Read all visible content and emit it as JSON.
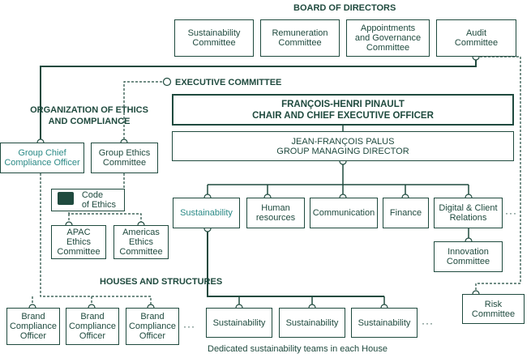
{
  "headings": {
    "board": "BOARD OF DIRECTORS",
    "executive": "EXECUTIVE COMMITTEE",
    "ethics": "ORGANIZATION OF ETHICS\nAND COMPLIANCE",
    "houses": "HOUSES AND STRUCTURES"
  },
  "board_committees": [
    "Sustainability\nCommittee",
    "Remuneration\nCommittee",
    "Appointments\nand Governance\nCommittee",
    "Audit\nCommittee"
  ],
  "ceo": "FRANÇOIS-HENRI PINAULT\nCHAIR AND CHIEF EXECUTIVE OFFICER",
  "gmd": "JEAN-FRANÇOIS PALUS\nGROUP MANAGING DIRECTOR",
  "departments": [
    "Sustainability",
    "Human\nresources",
    "Communication",
    "Finance",
    "Digital & Client\nRelations"
  ],
  "innovation": "Innovation\nCommittee",
  "risk": "Risk\nCommittee",
  "ethics_org": {
    "cco": "Group Chief\nCompliance Officer",
    "gec": "Group Ethics\nCommittee",
    "code": "Code\nof Ethics",
    "apac": "APAC\nEthics\nCommittee",
    "americas": "Americas\nEthics\nCommittee"
  },
  "brand_officers": [
    "Brand\nCompliance\nOfficer",
    "Brand\nCompliance\nOfficer",
    "Brand\nCompliance\nOfficer"
  ],
  "house_teams": [
    "Sustainability",
    "Sustainability",
    "Sustainability"
  ],
  "house_caption": "Dedicated sustainability teams in each House",
  "ellipsis": "···",
  "colors": {
    "line": "#1f4a3e",
    "teal_text": "#2b8a86"
  }
}
